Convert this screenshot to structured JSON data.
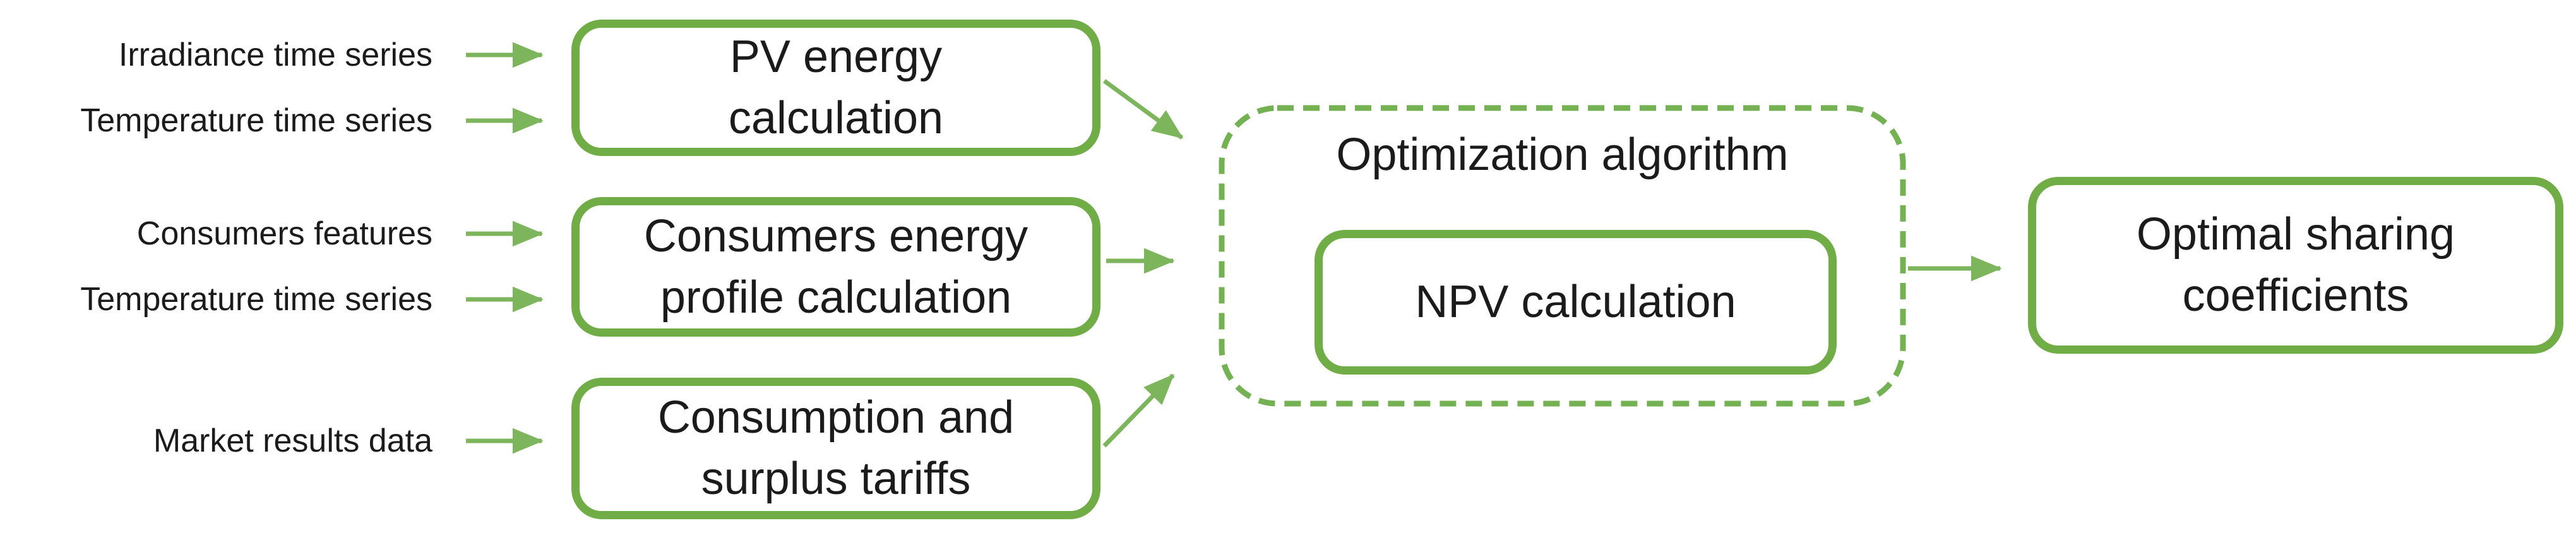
{
  "diagram": {
    "title_implicit": "Optimal sharing coefficients calculation workflow",
    "colors": {
      "box_border_green": "#70AD47",
      "arrow_green": "#7CB55C",
      "dashed_border_green": "#74B152",
      "text": "#1B1B1B",
      "background": "#FFFFFF"
    },
    "inputs": [
      {
        "label": "Irradiance time series",
        "feeds": "PV energy calculation"
      },
      {
        "label": "Temperature time series",
        "feeds": "PV energy calculation"
      },
      {
        "label": "Consumers features",
        "feeds": "Consumers energy profile calculation"
      },
      {
        "label": "Temperature time series",
        "feeds": "Consumers energy profile calculation"
      },
      {
        "label": "Market results data",
        "feeds": "Consumption and surplus tariffs"
      }
    ],
    "process_boxes": [
      {
        "line1": "PV energy",
        "line2": "calculation"
      },
      {
        "line1": "Consumers energy",
        "line2": "profile calculation"
      },
      {
        "line1": "Consumption and",
        "line2": "surplus tariffs"
      }
    ],
    "optimization": {
      "title": "Optimization algorithm",
      "inner_box_label": "NPV calculation"
    },
    "output": {
      "line1": "Optimal sharing",
      "line2": "coefficients"
    },
    "edges": [
      {
        "from": "Irradiance time series",
        "to": "PV energy calculation"
      },
      {
        "from": "Temperature time series",
        "to": "PV energy calculation"
      },
      {
        "from": "Consumers features",
        "to": "Consumers energy profile calculation"
      },
      {
        "from": "Temperature time series",
        "to": "Consumers energy profile calculation"
      },
      {
        "from": "Market results data",
        "to": "Consumption and surplus tariffs"
      },
      {
        "from": "PV energy calculation",
        "to": "Optimization algorithm"
      },
      {
        "from": "Consumers energy profile calculation",
        "to": "Optimization algorithm"
      },
      {
        "from": "Consumption and surplus tariffs",
        "to": "Optimization algorithm"
      },
      {
        "from": "Optimization algorithm",
        "to": "Optimal sharing coefficients"
      }
    ]
  }
}
